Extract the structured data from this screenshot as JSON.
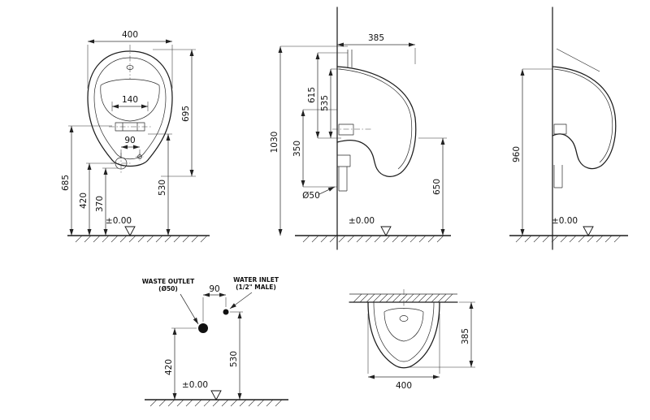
{
  "drawing": {
    "datum_label": "±0.00",
    "front_view": {
      "width": "400",
      "bowl_width": "140",
      "spread": "90",
      "height": "695",
      "h685": "685",
      "h530": "530",
      "h420": "420",
      "h370": "370"
    },
    "side_view": {
      "depth": "385",
      "h1030": "1030",
      "h615": "615",
      "h535": "535",
      "h350": "350",
      "outlet_dia": "Ø50",
      "h650": "650"
    },
    "rear_view": {
      "h960": "960"
    },
    "detail_view": {
      "waste_outlet_title": "WASTE OUTLET",
      "waste_outlet_sub": "(Ø50)",
      "water_inlet_title": "WATER INLET",
      "water_inlet_sub": "(1/2\" MALE)",
      "spread": "90",
      "h420": "420",
      "h530": "530"
    },
    "top_view": {
      "width": "400",
      "depth": "385"
    }
  }
}
